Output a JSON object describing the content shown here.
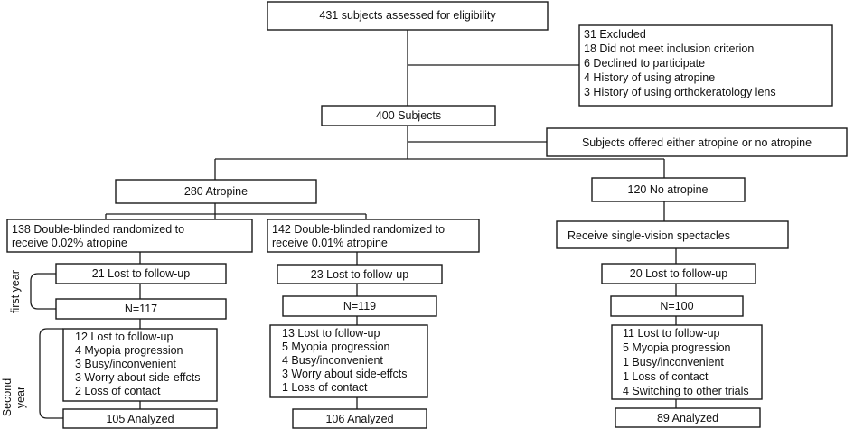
{
  "nodes": {
    "assessed": [
      "431 subjects assessed for eligibility"
    ],
    "excluded": [
      "31 Excluded",
      "18 Did not meet inclusion criterion",
      "6  Declined to participate",
      "4 History of using atropine",
      "3 History of using orthokeratology lens"
    ],
    "subjects": [
      "400 Subjects"
    ],
    "offered": [
      "Subjects offered either atropine or no atropine"
    ],
    "atropine": [
      "280 Atropine"
    ],
    "no_atropine": [
      "120 No atropine"
    ],
    "rand_002": [
      "138 Double-blinded randomized to",
      "receive 0.02% atropine"
    ],
    "rand_001": [
      "142 Double-blinded randomized to",
      "receive 0.01% atropine"
    ],
    "spectacles": [
      "Receive single-vision spectacles"
    ],
    "lost_a1": [
      "21 Lost to follow-up"
    ],
    "lost_b1": [
      "23 Lost to follow-up"
    ],
    "lost_c1": [
      "20 Lost to follow-up"
    ],
    "n_a": [
      "N=117"
    ],
    "n_b": [
      "N=119"
    ],
    "n_c": [
      "N=100"
    ],
    "lost_a2": [
      "12 Lost to follow-up",
      "4 Myopia progression",
      "3 Busy/inconvenient",
      "3 Worry about side-effcts",
      "2 Loss of contact"
    ],
    "lost_b2": [
      "13 Lost to follow-up",
      "5 Myopia progression",
      "4 Busy/inconvenient",
      "3 Worry about side-effcts",
      "1 Loss of contact"
    ],
    "lost_c2": [
      "11 Lost to follow-up",
      "5 Myopia progression",
      "1 Busy/inconvenient",
      "1 Loss of contact",
      "4 Switching to other trials"
    ],
    "analyzed_a": [
      "105 Analyzed"
    ],
    "analyzed_b": [
      "106 Analyzed"
    ],
    "analyzed_c": [
      "89 Analyzed"
    ]
  },
  "side_labels": {
    "first_year": "first year",
    "second_year_line1": "Second",
    "second_year_line2": "year"
  }
}
